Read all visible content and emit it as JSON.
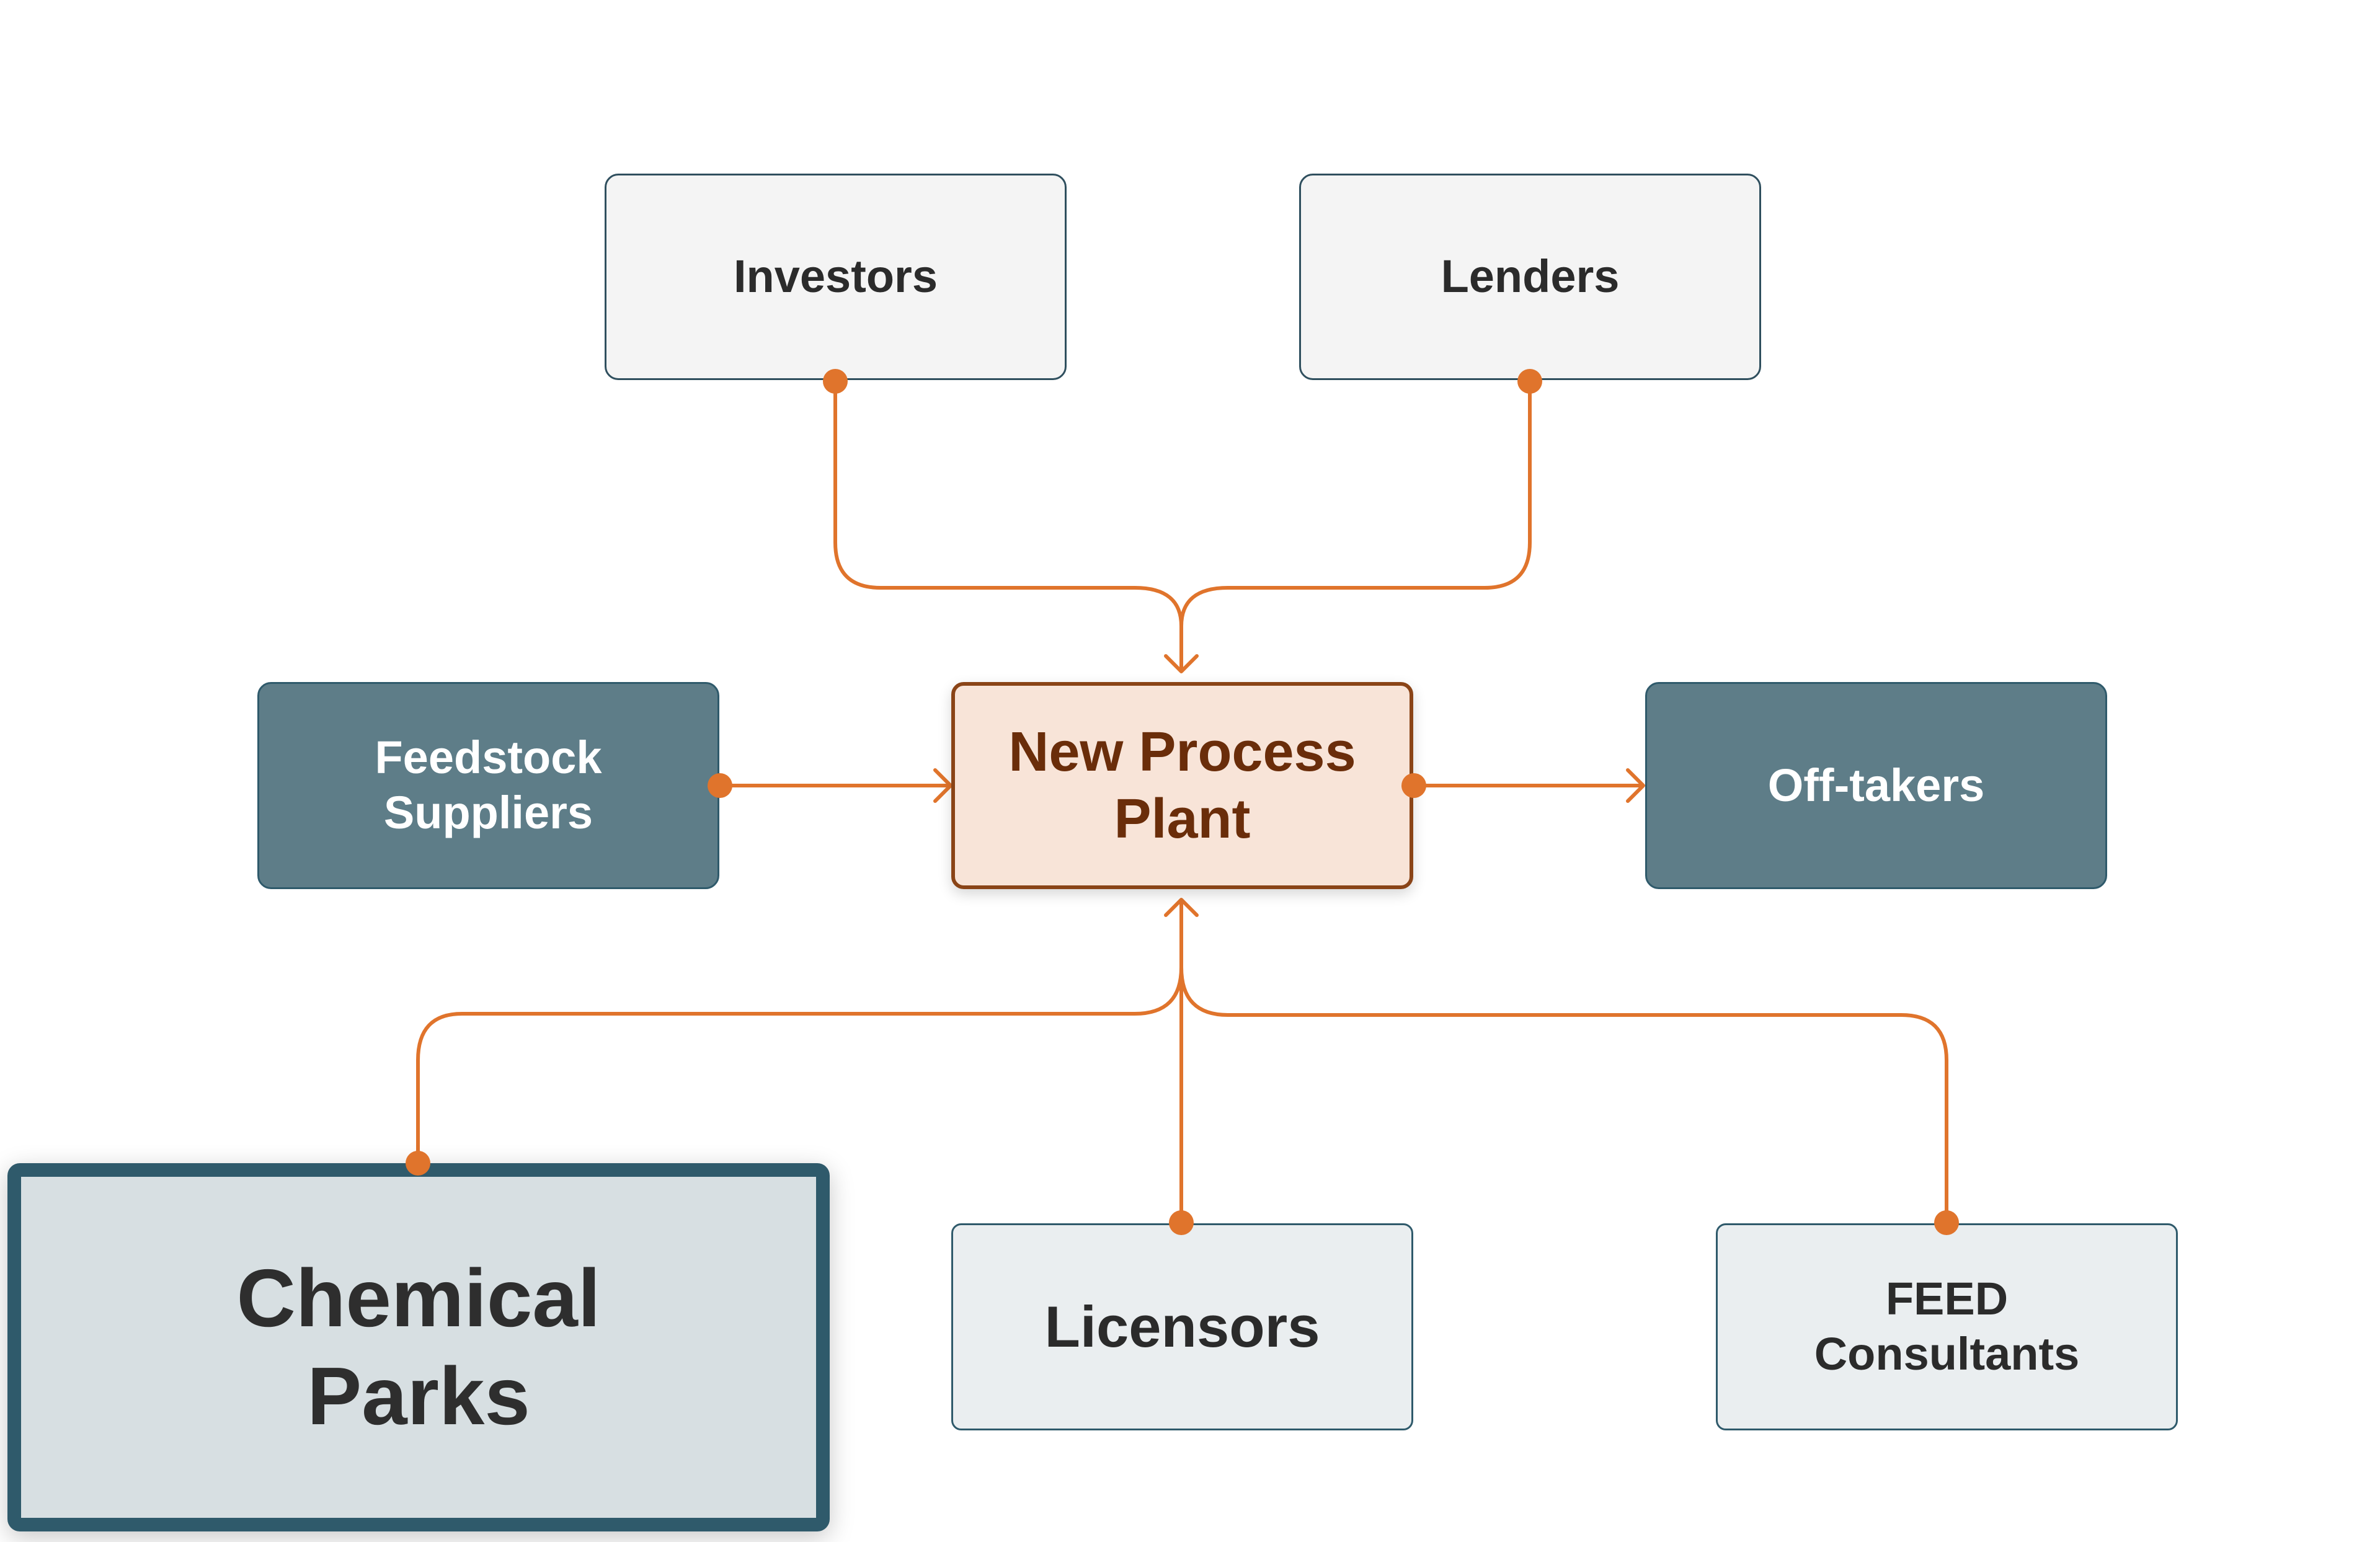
{
  "nodes": {
    "investors": "Investors",
    "lenders": "Lenders",
    "feedstock": "Feedstock\nSuppliers",
    "plant": "New Process\nPlant",
    "offtakers": "Off-takers",
    "chemical_parks": "Chemical\nParks",
    "licensors": "Licensors",
    "feed": "FEED\nConsultants"
  },
  "colors": {
    "connector": "#e0742c",
    "dark_node": "#5e7d88",
    "center_fill": "#f8e4d8",
    "center_border": "#8a4417",
    "outline": "#2f5a6b"
  }
}
